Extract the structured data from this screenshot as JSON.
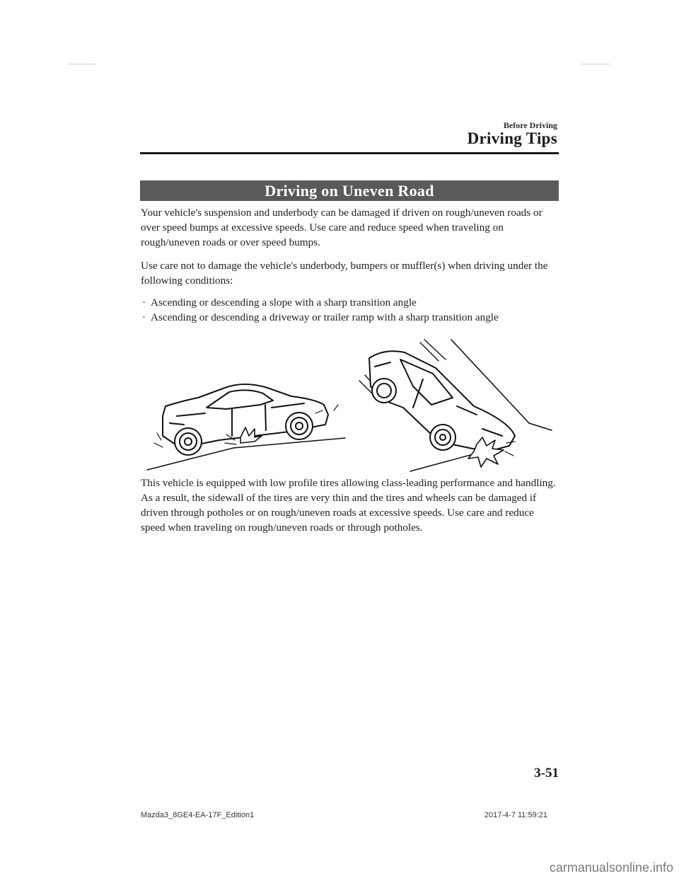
{
  "header": {
    "section": "Before Driving",
    "chapter": "Driving Tips"
  },
  "banner": {
    "title": "Driving on Uneven Road"
  },
  "paragraphs": {
    "p1": "Your vehicle's suspension and underbody can be damaged if driven on rough/uneven roads or over speed bumps at excessive speeds. Use care and reduce speed when traveling on rough/uneven roads or over speed bumps.",
    "p2": "Use care not to damage the vehicle's underbody, bumpers or muffler(s) when driving under the following conditions:",
    "p3": "This vehicle is equipped with low profile tires allowing class-leading performance and handling. As a result, the sidewall of the tires are very thin and the tires and wheels can be damaged if driven through potholes or on rough/uneven roads at excessive speeds. Use care and reduce speed when traveling on rough/uneven roads or through potholes."
  },
  "bullets": {
    "marker": "·",
    "items": [
      "Ascending or descending a slope with a sharp transition angle",
      "Ascending or descending a driveway or trailer ramp with a sharp transition angle"
    ]
  },
  "illustration": {
    "left_scene": "sedan-on-slope-icon",
    "right_scene": "hatchback-on-ramp-icon"
  },
  "page": {
    "number": "3-51"
  },
  "footer": {
    "left": "Mazda3_8GE4-EA-17F_Edition1",
    "right": "2017-4-7 11:59:21"
  },
  "watermark": "carmanualsonline.info"
}
